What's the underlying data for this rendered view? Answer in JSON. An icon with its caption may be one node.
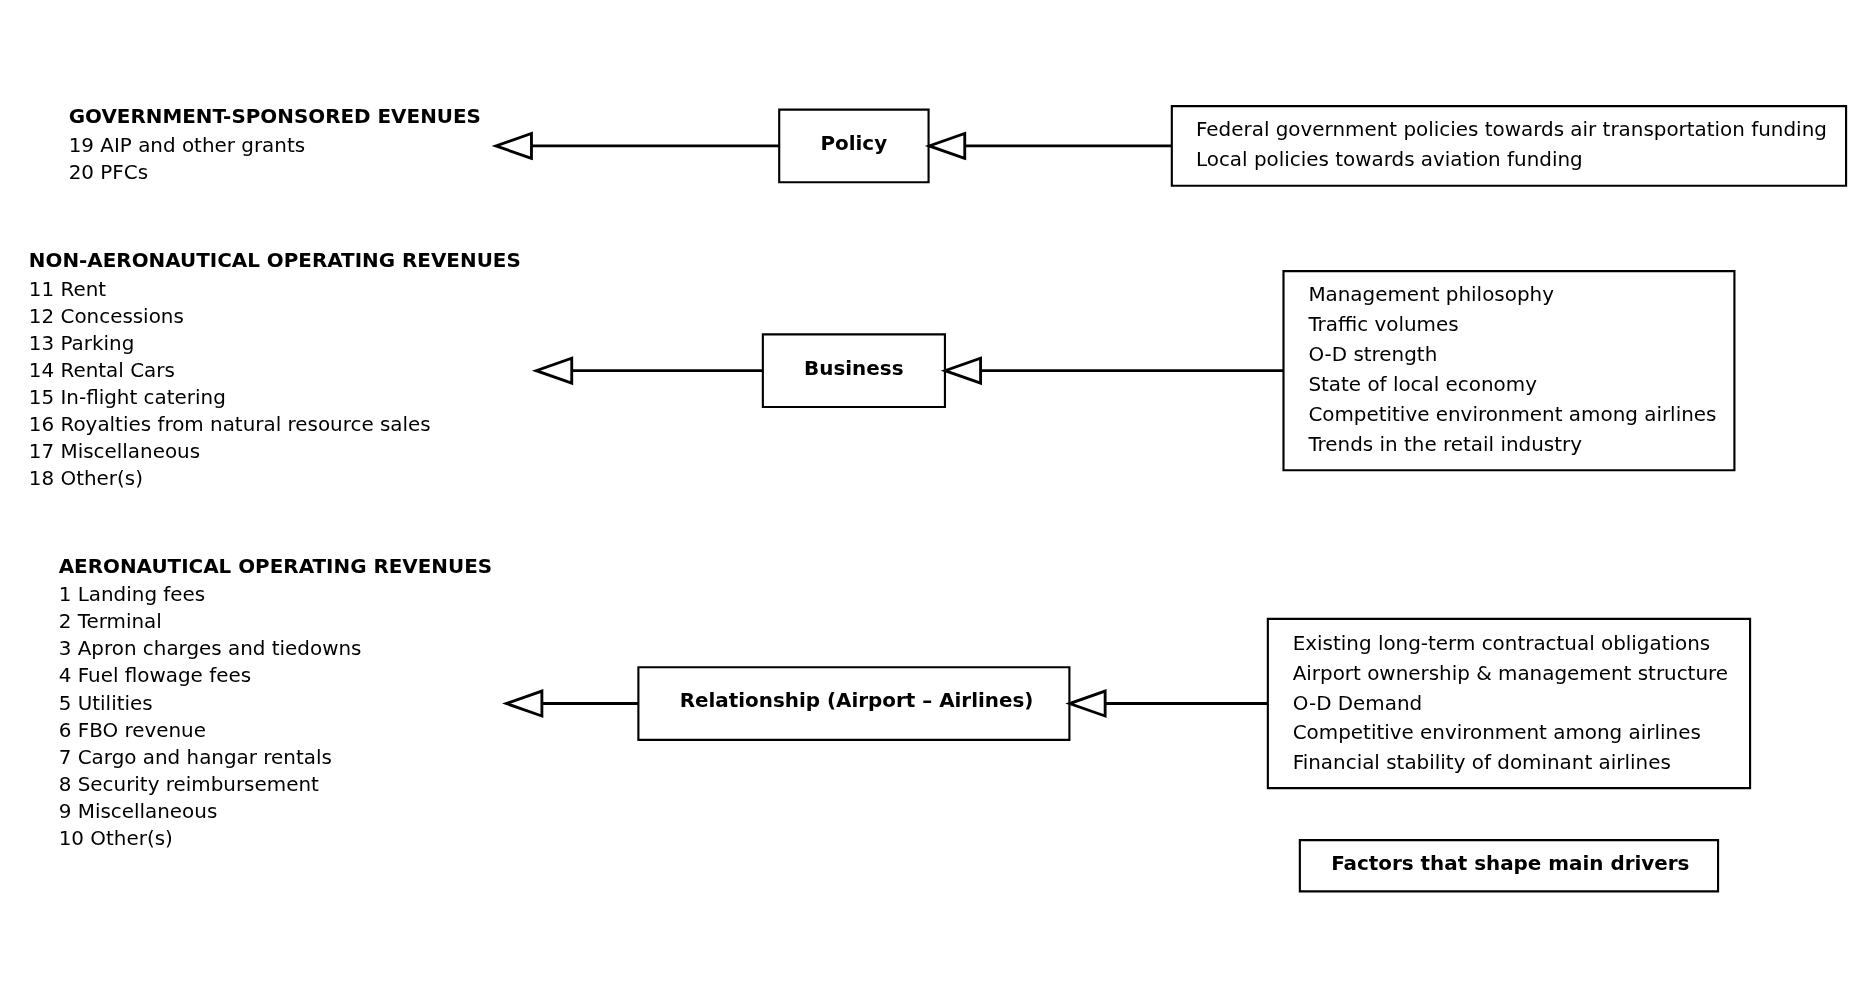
{
  "diagram": {
    "nodes": [
      {
        "text": [
          "Factors that shape main drivers"
        ]
      },
      {
        "text": [
          "AERONAUTICAL OPERATING REVENUES",
          "1 Landing fees",
          "2 Terminal",
          "3 Apron charges and tiedowns",
          "4 Fuel flowage fees",
          "5 Utilities",
          "6 FBO revenue",
          "7 Cargo and hangar rentals",
          "8 Security reimbursement",
          "9 Miscellaneous",
          "10 Other(s)"
        ]
      },
      {
        "text": [
          "Relationship (Airport – Airlines)"
        ]
      },
      {
        "text": [
          "Existing long-term contractual obligations",
          "Airport ownership & management structure",
          "O-D Demand",
          "Competitive environment among airlines",
          "Financial stability of dominant airlines"
        ]
      },
      {
        "text": [
          "NON-AERONAUTICAL OPERATING REVENUES",
          "11 Rent",
          "12 Concessions",
          "13 Parking",
          "14 Rental Cars",
          "15 In-flight catering",
          "16 Royalties from natural resource sales",
          "17 Miscellaneous",
          "18 Other(s)"
        ]
      },
      {
        "text": [
          "Business"
        ]
      },
      {
        "text": [
          "Management philosophy",
          "Traffic volumes",
          "O-D strength",
          "State of local economy",
          "Competitive environment among airlines",
          "Trends in the retail industry"
        ]
      },
      {
        "text": [
          "GOVERNMENT-SPONSORED EVENUES",
          "19 AIP and other grants",
          "20 PFCs"
        ]
      },
      {
        "text": [
          "Policy"
        ]
      },
      {
        "text": [
          "Federal government policies towards air transportation funding",
          "Local policies towards aviation funding"
        ]
      }
    ],
    "edges": [
      {
        "from": 3,
        "to": 2,
        "arrow": "to"
      },
      {
        "from": 2,
        "to": 1,
        "arrow": "to"
      },
      {
        "from": 6,
        "to": 5,
        "arrow": "to"
      },
      {
        "from": 5,
        "to": 4,
        "arrow": "to"
      },
      {
        "from": 9,
        "to": 8,
        "arrow": "to"
      },
      {
        "from": 8,
        "to": 7,
        "arrow": "to"
      }
    ]
  }
}
